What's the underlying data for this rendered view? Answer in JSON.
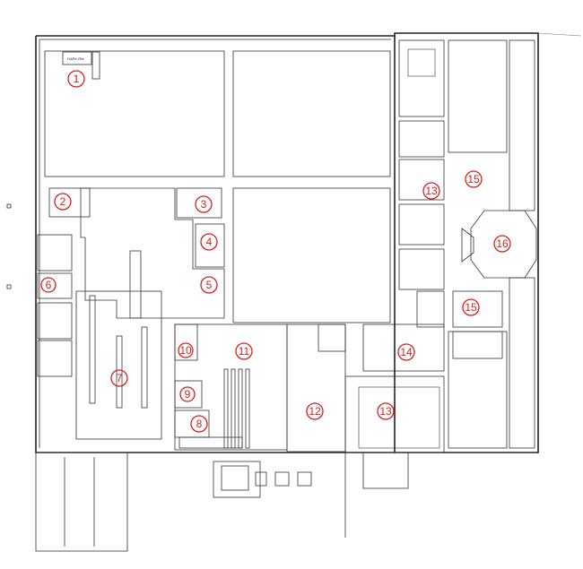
{
  "room_labels": {
    "dark_room": "DARK RM"
  },
  "markers": [
    "1",
    "2",
    "3",
    "4",
    "5",
    "6",
    "7",
    "8",
    "9",
    "10",
    "11",
    "12",
    "13",
    "13",
    "14",
    "15",
    "15",
    "16"
  ],
  "colors": {
    "marker": "#d42020",
    "wall": "#222222"
  }
}
